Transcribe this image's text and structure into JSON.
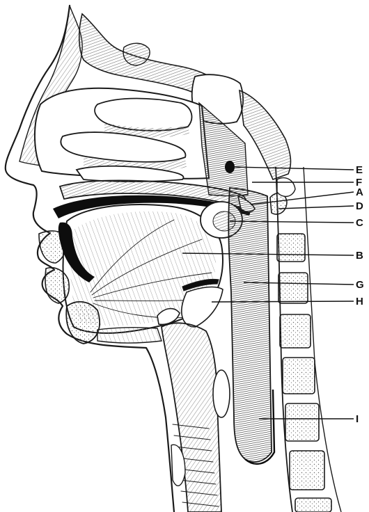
{
  "labels": [
    {
      "id": "E",
      "text": "E",
      "target": "pharyngeal-opening-of-eustachian-tube"
    },
    {
      "id": "F",
      "text": "F",
      "target": "posterior-nasal-aperture"
    },
    {
      "id": "A",
      "text": "A",
      "target": "soft-palate"
    },
    {
      "id": "D",
      "text": "D",
      "target": "atlas-vertebra"
    },
    {
      "id": "C",
      "text": "C",
      "target": "tonsil"
    },
    {
      "id": "B",
      "text": "B",
      "target": "tongue"
    },
    {
      "id": "G",
      "text": "G",
      "target": "pharynx"
    },
    {
      "id": "H",
      "text": "H",
      "target": "epiglottis"
    },
    {
      "id": "I",
      "text": "I",
      "target": "oesophagus"
    }
  ],
  "colors": {
    "ink": "#1a1a1a",
    "paper": "#ffffff",
    "dark-fill": "#0d0d0d",
    "hatch": "#6b6b6b"
  }
}
